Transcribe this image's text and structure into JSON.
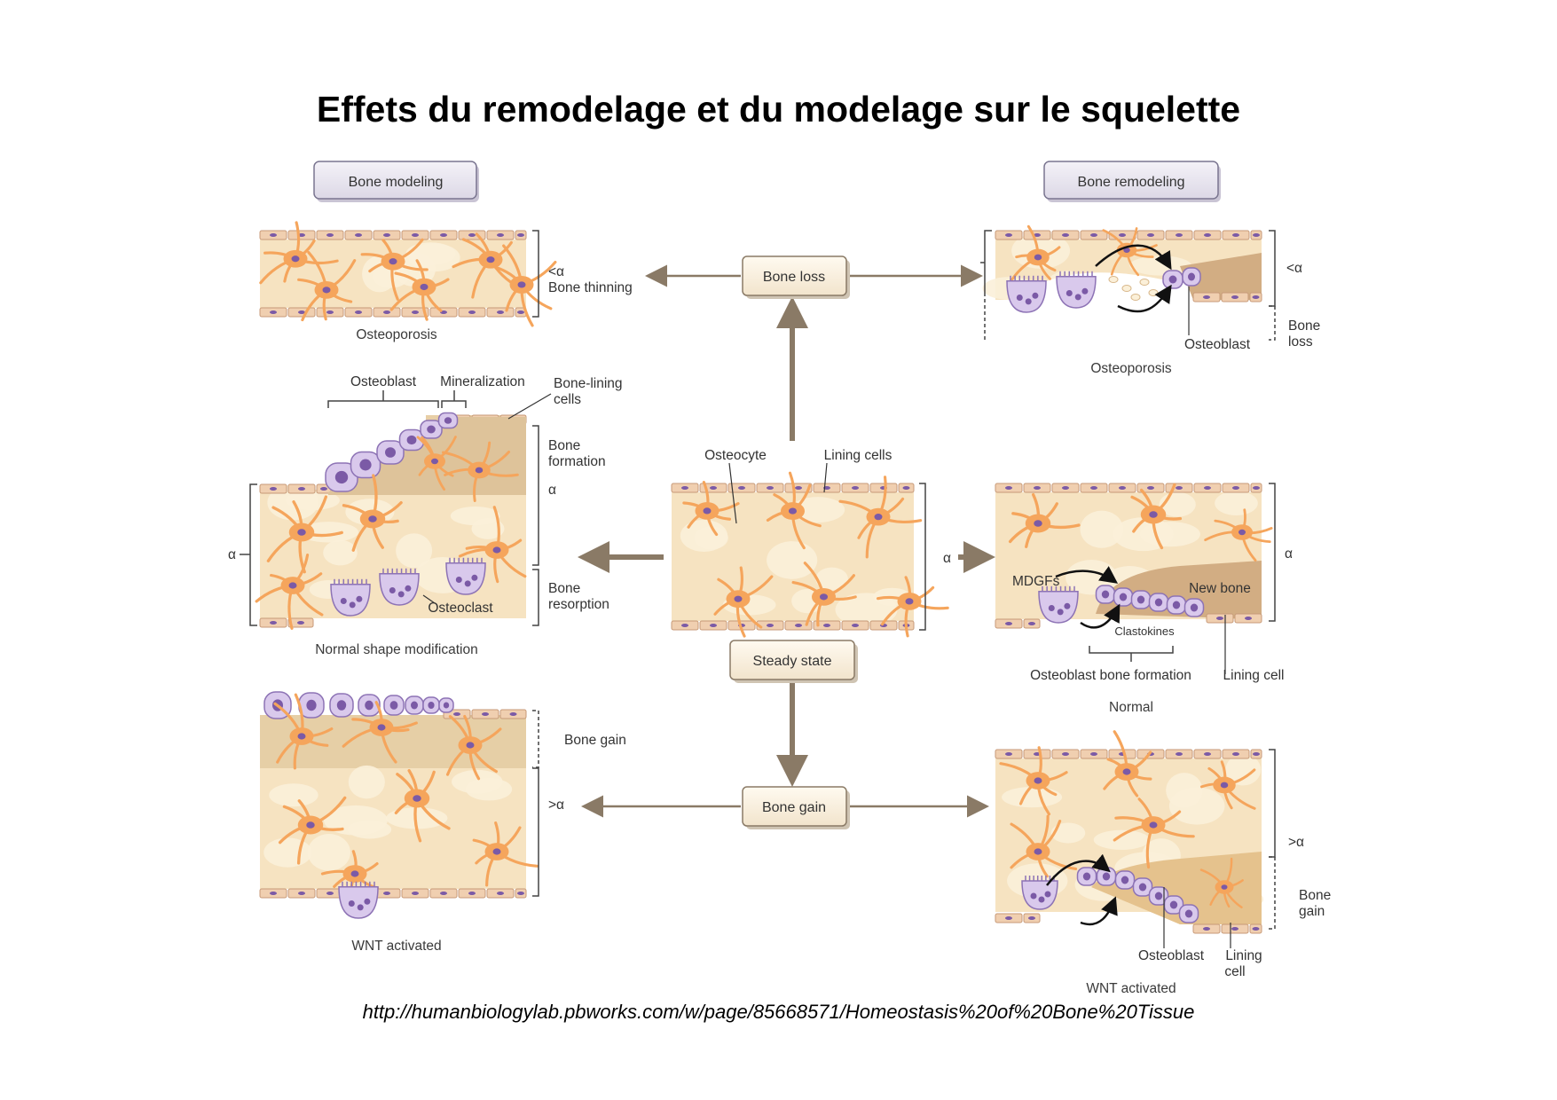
{
  "title": "Effets du remodelage et du modelage sur le squelette",
  "source": "http://humanbiologylab.pbworks.com/w/page/85668571/Homeostasis%20of%20Bone%20Tissue",
  "headers": {
    "modeling": "Bone modeling",
    "remodeling": "Bone remodeling"
  },
  "boxes": {
    "loss": "Bone loss",
    "steady": "Steady state",
    "gain": "Bone gain"
  },
  "labels": {
    "lt_alpha": "<α",
    "bone_thinning": "Bone thinning",
    "osteoporosis": "Osteoporosis",
    "osteoblast": "Osteoblast",
    "mineralization": "Mineralization",
    "bone_lining_1": "Bone-lining",
    "bone_lining_2": "cells",
    "bone_formation_1": "Bone",
    "bone_formation_2": "formation",
    "alpha": "α",
    "bone_resorption_1": "Bone",
    "bone_resorption_2": "resorption",
    "osteoclast": "Osteoclast",
    "normal_shape": "Normal shape modification",
    "bone_gain": "Bone gain",
    "gt_alpha": ">α",
    "wnt_activated": "WNT activated",
    "osteocyte": "Osteocyte",
    "lining_cells": "Lining cells",
    "bone_loss_1": "Bone",
    "bone_loss_2": "loss",
    "mdgfs": "MDGFs",
    "new_bone": "New bone",
    "clastokines": "Clastokines",
    "osteoblast_bone_formation": "Osteoblast bone formation",
    "lining_cell": "Lining cell",
    "normal": "Normal",
    "bone_gain_1": "Bone",
    "bone_gain_2": "gain",
    "lining_1": "Lining",
    "lining_2": "cell"
  },
  "colors": {
    "matrix": "#f6e3c1",
    "lacuna": "#fbf0d9",
    "osteocyte": "#f5a55c",
    "nucleus": "#7b5aa6",
    "cell_purple": "#d9c9ec",
    "cell_stroke": "#8d73b5",
    "lining": "#f0cfb0",
    "arrow": "#8a7a66",
    "newbone": "#d2ad83"
  }
}
